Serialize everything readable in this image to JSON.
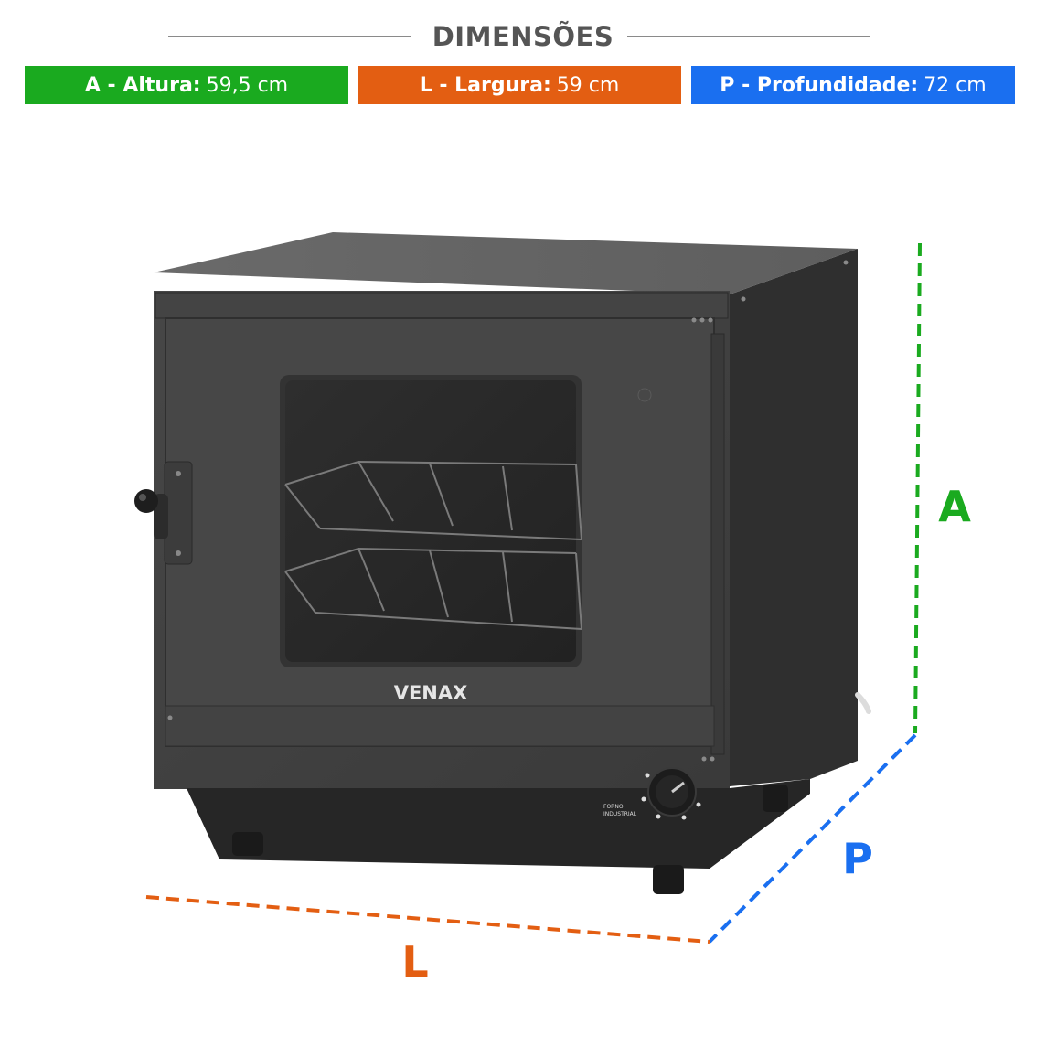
{
  "header": {
    "title": "DIMENSÕES"
  },
  "dimensions": [
    {
      "label": "A - Altura:",
      "value": "59,5 cm",
      "color": "#1aaa1f"
    },
    {
      "label": "L - Largura:",
      "value": "59 cm",
      "color": "#e35e12"
    },
    {
      "label": "P - Profundidade:",
      "value": "72 cm",
      "color": "#1a6ff0"
    }
  ],
  "axes": {
    "height_letter": "A",
    "width_letter": "L",
    "depth_letter": "P"
  },
  "product": {
    "brand": "VENAX",
    "control_label_line1": "FORNO",
    "control_label_line2": "INDUSTRIAL",
    "body_color": "#3f3f3f"
  },
  "icons": [
    "oven-illustration",
    "door-knob-icon",
    "thermostat-dial-icon"
  ]
}
